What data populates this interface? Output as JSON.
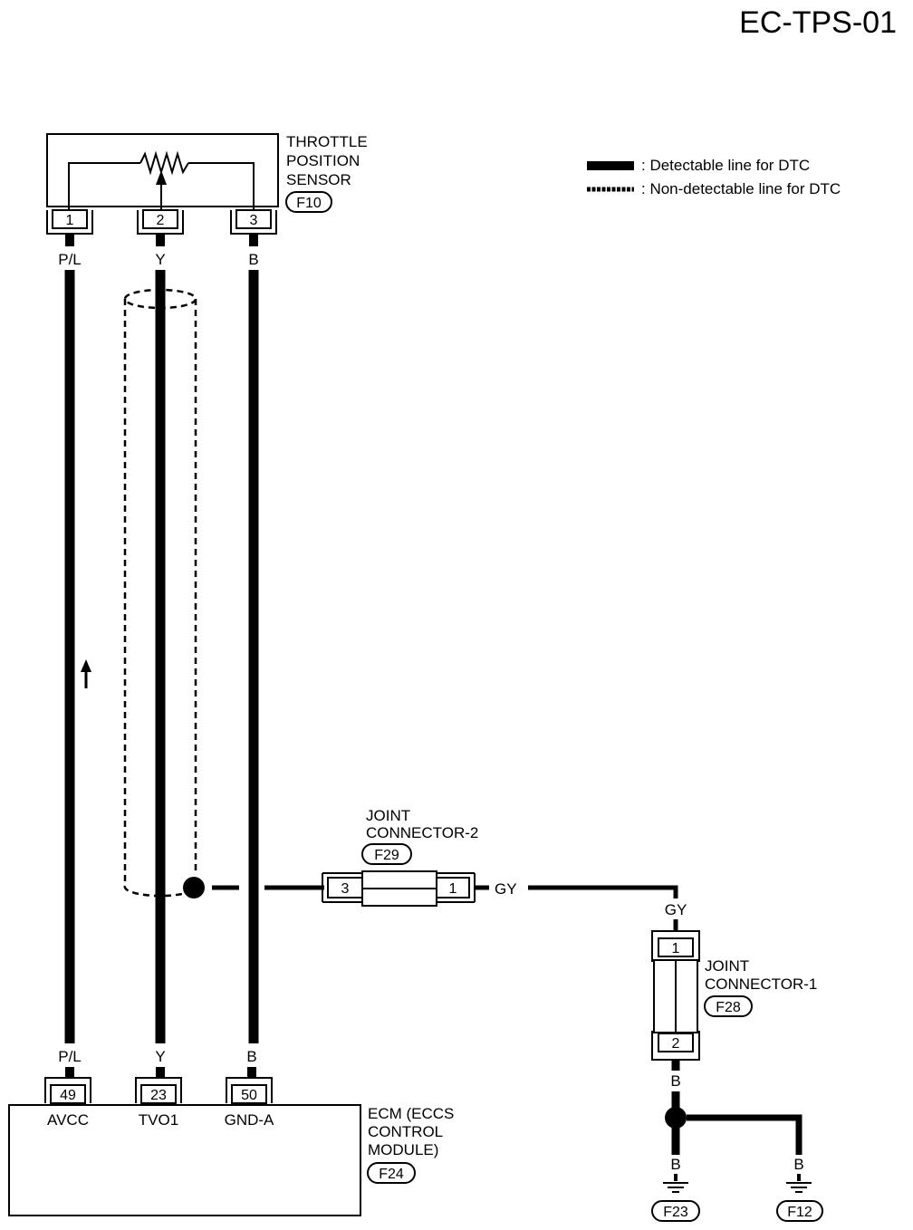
{
  "page_code": "EC-TPS-01",
  "legend": {
    "detectable": ": Detectable line for DTC",
    "non_detectable": ": Non-detectable line for DTC"
  },
  "sensor": {
    "lines": [
      "THROTTLE",
      "POSITION",
      "SENSOR"
    ],
    "connector": "F10",
    "pins": [
      "1",
      "2",
      "3"
    ],
    "wire_colors_top": [
      "P/L",
      "Y",
      "B"
    ]
  },
  "ecm": {
    "lines": [
      "ECM (ECCS",
      "CONTROL",
      "MODULE)"
    ],
    "connector": "F24",
    "pins": [
      "49",
      "23",
      "50"
    ],
    "terminals": [
      "AVCC",
      "TVO1",
      "GND-A"
    ],
    "wire_colors_bottom": [
      "P/L",
      "Y",
      "B"
    ]
  },
  "joint2": {
    "lines": [
      "JOINT",
      "CONNECTOR-2"
    ],
    "connector": "F29",
    "pin_left": "3",
    "pin_right": "1",
    "wire_color": "GY"
  },
  "joint1": {
    "lines": [
      "JOINT",
      "CONNECTOR-1"
    ],
    "connector": "F28",
    "pin_top": "1",
    "pin_bottom": "2",
    "wire_top": "GY",
    "wire_bottom": "B"
  },
  "grounds": {
    "left_wire": "B",
    "left_connector": "F23",
    "right_wire": "B",
    "right_connector": "F12"
  }
}
